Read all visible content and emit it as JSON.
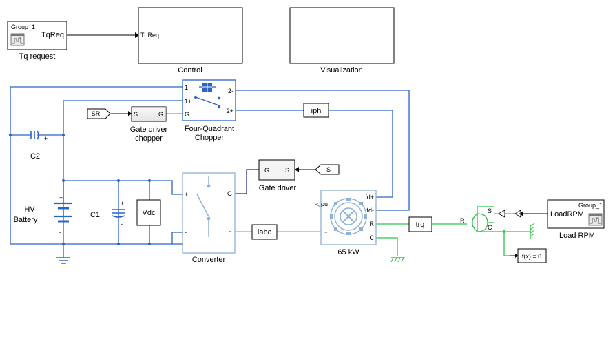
{
  "blocks": {
    "tq_request": {
      "group": "Group_1",
      "port": "TqReq",
      "label": "Tq request"
    },
    "control": {
      "in_port": "TqReq",
      "label": "Control"
    },
    "visualization": {
      "label": "Visualization"
    },
    "chopper": {
      "ports_left": [
        "1-",
        "1+",
        "G"
      ],
      "ports_right": [
        "2-",
        "2+"
      ],
      "label_line1": "Four-Quadrant",
      "label_line2": "Chopper"
    },
    "sr_tag": {
      "text": "SR"
    },
    "gate_chopper": {
      "port_in": "S",
      "port_out": "G",
      "label_line1": "Gate driver",
      "label_line2": "chopper"
    },
    "iph": {
      "text": "iph"
    },
    "c2": {
      "label": "C2",
      "minus": "-",
      "plus": "+"
    },
    "hv_battery": {
      "label_line1": "HV",
      "label_line2": "Battery",
      "plus": "+",
      "minus": "-"
    },
    "c1": {
      "label": "C1",
      "plus": "+",
      "minus": "-"
    },
    "vdc": {
      "text": "Vdc"
    },
    "gate_driver": {
      "port_out": "G",
      "port_in": "S",
      "label": "Gate driver"
    },
    "s_tag": {
      "text": "S"
    },
    "converter": {
      "plus": "+",
      "minus": "-",
      "g": "G",
      "tilde": "~",
      "label": "Converter"
    },
    "iabc": {
      "text": "iabc"
    },
    "motor": {
      "pu": "pu",
      "ports_right": [
        "fd+",
        "fd-",
        "R",
        "C"
      ],
      "tilde": "~",
      "label": "65 kW"
    },
    "trq": {
      "text": "trq"
    },
    "speed_source": {
      "s": "S",
      "r": "R",
      "c": "C"
    },
    "load_rpm": {
      "group": "Group_1",
      "port": "LoadRPM",
      "label": "Load RPM"
    },
    "solver": {
      "text": "f(x) = 0"
    }
  },
  "colors": {
    "electrical": "#2b63c8",
    "converter": "#8fb0d8",
    "mechanical": "#2fc24a",
    "gate": "#1a2f7a",
    "physical_signal": "#c9836e"
  }
}
